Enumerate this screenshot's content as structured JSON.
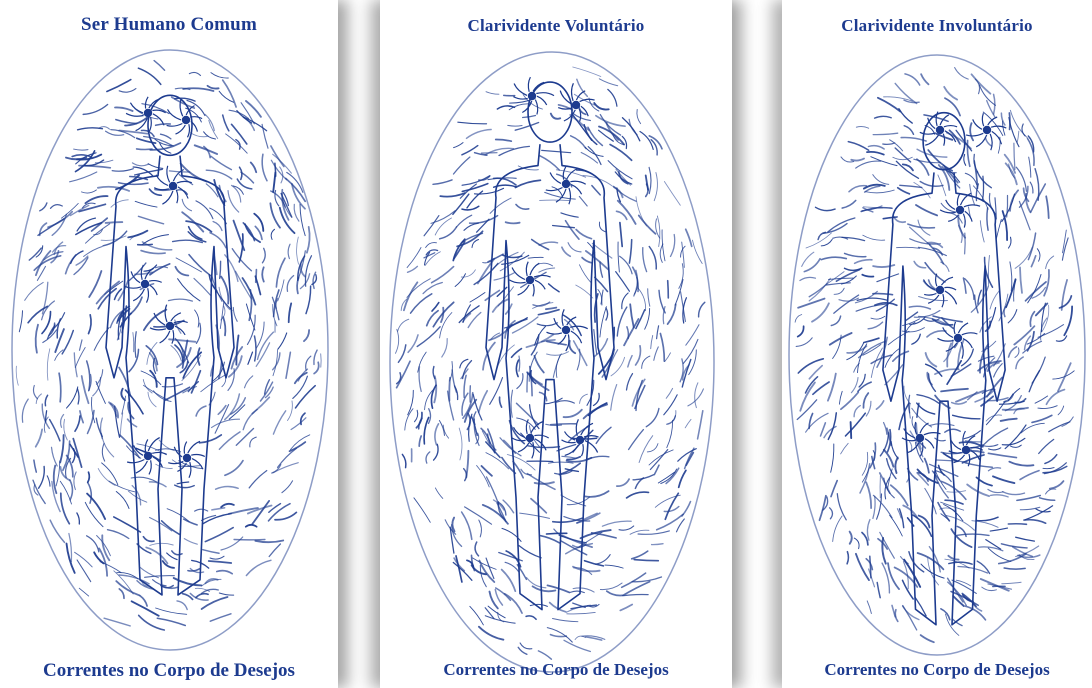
{
  "colors": {
    "ink": "#1d3b8f",
    "background": "#ffffff"
  },
  "panels": [
    {
      "title": "Ser Humano Comum",
      "caption": "Correntes no Corpo de Desejos",
      "vortex_count": 7
    },
    {
      "title": "Clarividente Voluntário",
      "caption": "Correntes no Corpo de Desejos",
      "vortex_count": 7
    },
    {
      "title": "Clarividente Involuntário",
      "caption": "Correntes no Corpo de Desejos",
      "vortex_count": 7
    }
  ]
}
